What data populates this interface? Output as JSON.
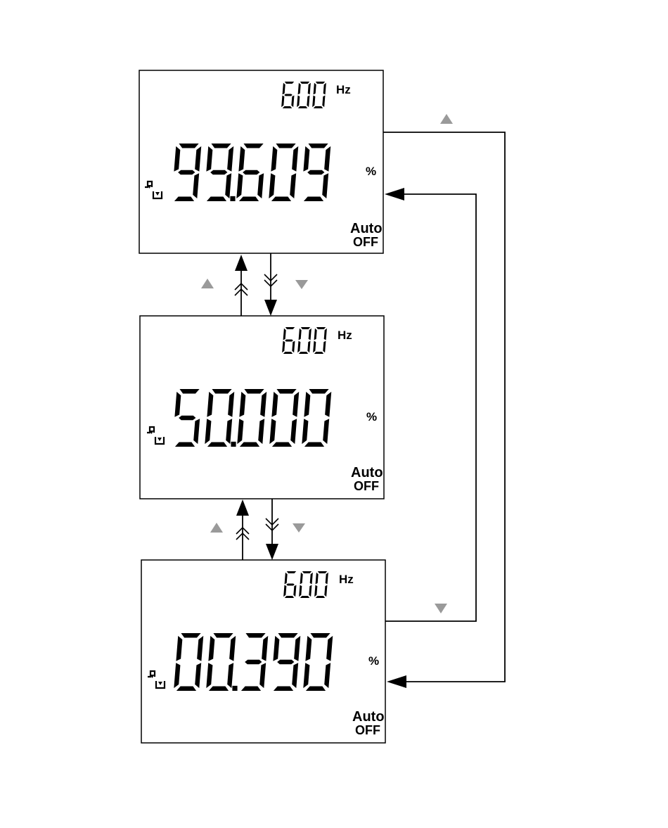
{
  "displays": [
    {
      "id": "top",
      "frequency": "600",
      "frequency_unit": "Hz",
      "reading": "99.609",
      "unit": "%",
      "auto_line1": "Auto",
      "auto_line2": "OFF",
      "icon": "pulse-polarity-icon"
    },
    {
      "id": "middle",
      "frequency": "600",
      "frequency_unit": "Hz",
      "reading": "50.000",
      "unit": "%",
      "auto_line1": "Auto",
      "auto_line2": "OFF",
      "icon": "pulse-polarity-icon"
    },
    {
      "id": "bottom",
      "frequency": "600",
      "frequency_unit": "Hz",
      "reading": "00.390",
      "unit": "%",
      "auto_line1": "Auto",
      "auto_line2": "OFF",
      "icon": "pulse-polarity-icon"
    }
  ],
  "transitions": [
    {
      "from": "middle",
      "to": "top",
      "key": "up-key-icon"
    },
    {
      "from": "top",
      "to": "middle",
      "key": "down-key-icon"
    },
    {
      "from": "bottom",
      "to": "middle",
      "key": "up-key-icon"
    },
    {
      "from": "middle",
      "to": "bottom",
      "key": "down-key-icon"
    },
    {
      "from": "top",
      "to": "bottom",
      "key": "up-key-icon"
    },
    {
      "from": "bottom",
      "to": "top",
      "key": "down-key-icon"
    }
  ],
  "colors": {
    "ink": "#000000",
    "key_arrow": "#9a9a9a",
    "background": "#ffffff"
  }
}
